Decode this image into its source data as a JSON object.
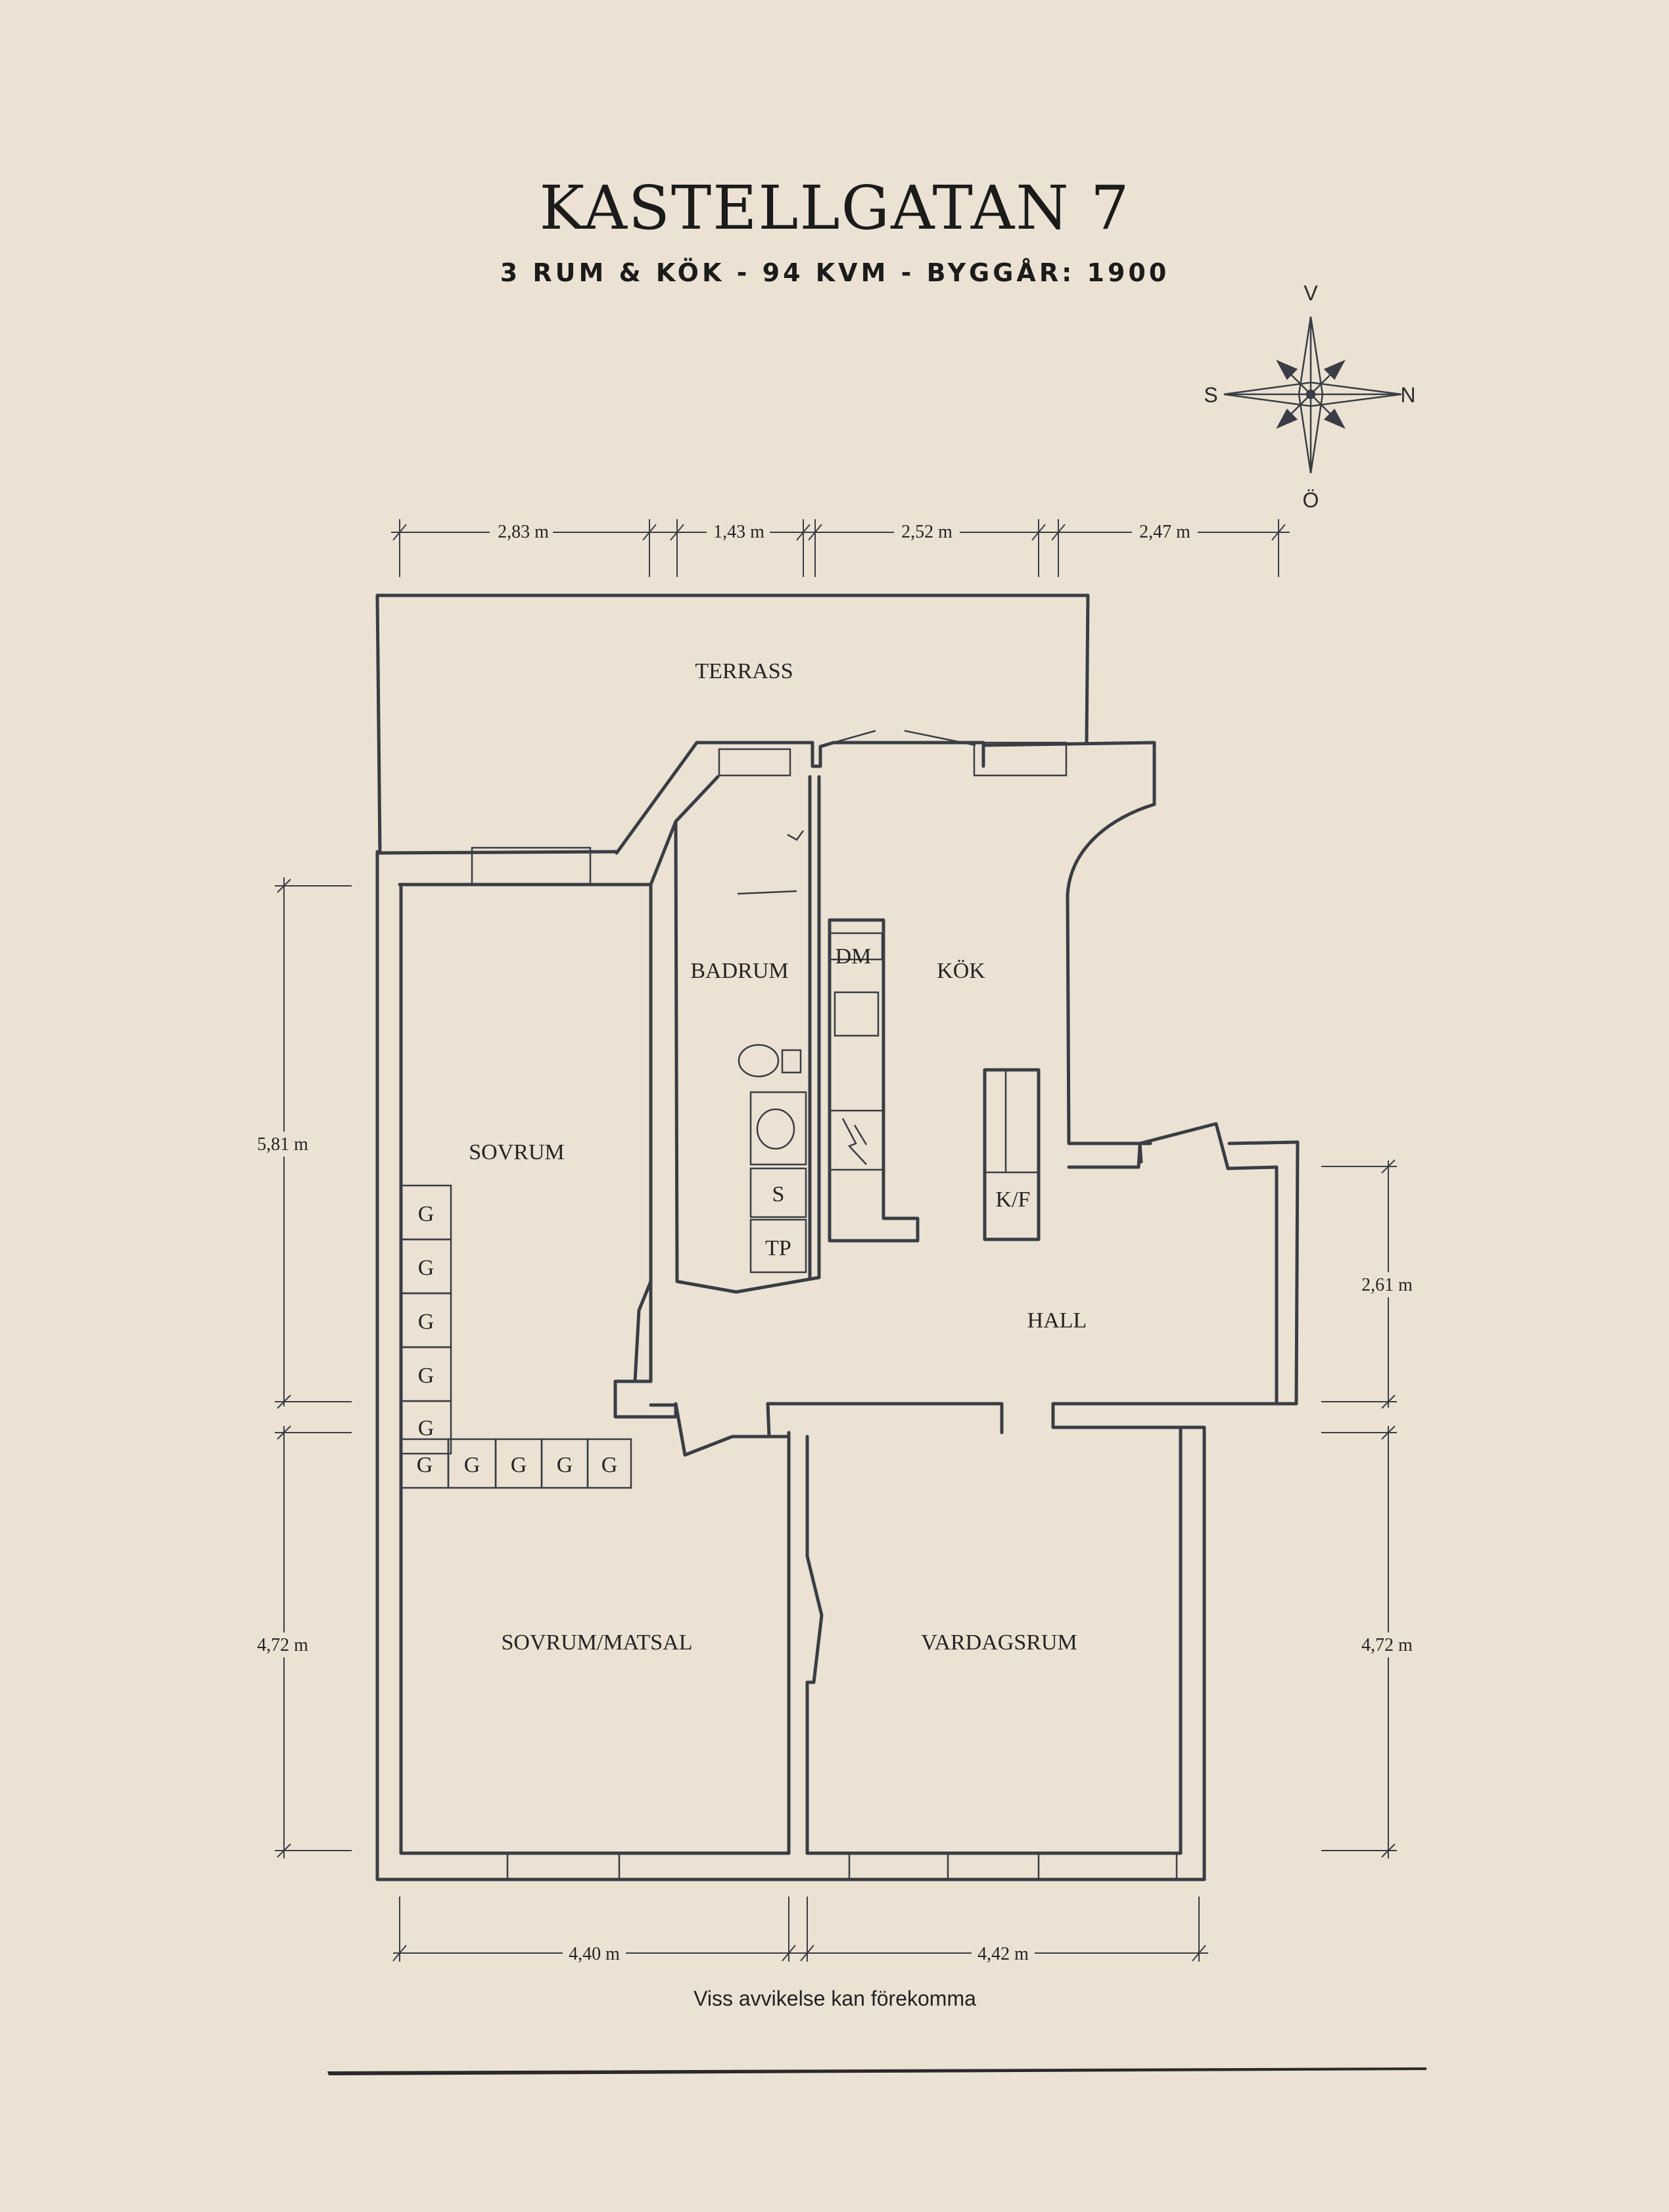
{
  "header": {
    "title": "KASTELLGATAN 7",
    "subtitle": "3 RUM & KÖK  -  94 KVM  -  BYGGÅR: 1900"
  },
  "compass": {
    "top": "V",
    "bottom": "Ö",
    "left": "S",
    "right": "N"
  },
  "rooms": {
    "terrass": "TERRASS",
    "badrum": "BADRUM",
    "kok": "KÖK",
    "sovrum": "SOVRUM",
    "hall": "HALL",
    "sovrum_matsal": "SOVRUM/MATSAL",
    "vardagsrum": "VARDAGSRUM"
  },
  "fixtures": {
    "dm": "DM",
    "kf": "K/F",
    "s": "S",
    "tp": "TP",
    "g": "G"
  },
  "dimensions": {
    "top": [
      "2,83 m",
      "1,43 m",
      "2,52 m",
      "2,47 m"
    ],
    "left_upper": "5,81 m",
    "left_lower": "4,72 m",
    "right_upper": "2,61 m",
    "right_lower": "4,72 m",
    "bottom": [
      "4,40 m",
      "4,42 m"
    ]
  },
  "footer": {
    "note": "Viss avvikelse kan förekomma"
  }
}
